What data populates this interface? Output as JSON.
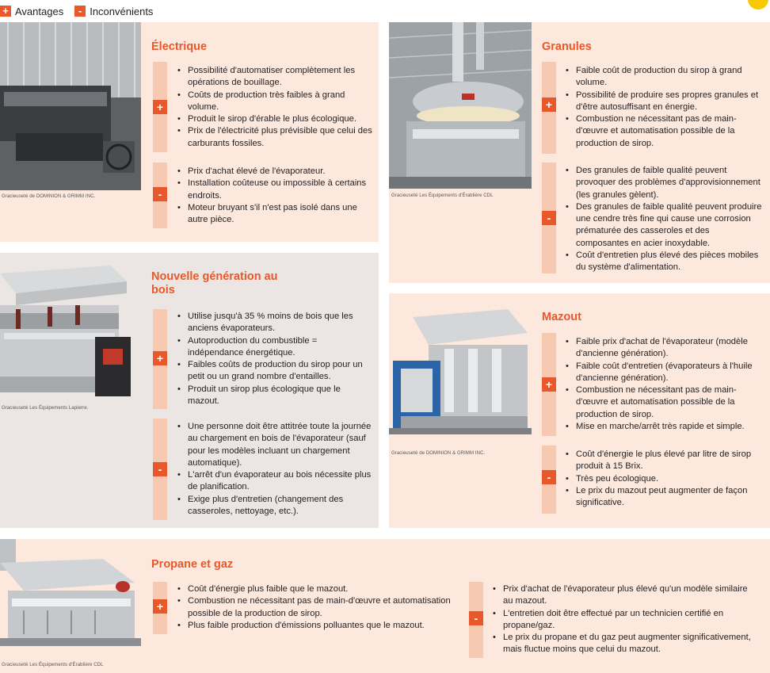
{
  "legend": {
    "advantages": "Avantages",
    "disadvantages": "Inconvénients",
    "plus": "+",
    "minus": "-"
  },
  "electrique": {
    "title": "Électrique",
    "credit": "Gracieuseté de DOMINION & GRIMM INC.",
    "pros": [
      "Possibilité d'automatiser complètement les opérations de bouillage.",
      "Coûts de production très faibles à grand volume.",
      "Produit le sirop d'érable le plus écologique.",
      "Prix de l'électricité plus prévisible que celui des carburants fossiles."
    ],
    "cons": [
      "Prix d'achat élevé de l'évaporateur.",
      "Installation coûteuse ou impossible à certains endroits.",
      "Moteur bruyant s'il n'est pas isolé dans une autre pièce."
    ]
  },
  "granules": {
    "title": "Granules",
    "credit": "Gracieuseté Les Équipements d'Érablière CDL",
    "pros": [
      "Faible coût de production du sirop à grand volume.",
      "Possibilité de produire ses propres granules et d'être autosuffisant en énergie.",
      "Combustion ne nécessitant pas de main-d'œuvre et automatisation possible de la production de sirop."
    ],
    "cons": [
      "Des granules de faible qualité peuvent provoquer des problèmes d'approvisionnement (les granules gèlent).",
      "Des granules de faible qualité peuvent produire une cendre très fine qui cause une corrosion prématurée des casseroles et des composantes en acier inoxydable.",
      "Coût d'entretien plus élevé des pièces mobiles du système d'alimentation."
    ]
  },
  "bois": {
    "title": "Nouvelle génération au bois",
    "credit": "Gracieuseté Les Équipements Lapierre.",
    "pros": [
      "Utilise jusqu'à 35 % moins de bois que les anciens évaporateurs.",
      "Autoproduction du combustible = indépendance énergétique.",
      "Faibles coûts de production du sirop pour un petit ou un grand nombre d'entailles.",
      "Produit un sirop plus écologique que le mazout."
    ],
    "cons": [
      "Une personne doit être attitrée toute la journée au chargement en bois de l'évaporateur (sauf pour les modèles incluant un chargement automatique).",
      "L'arrêt d'un évaporateur au bois nécessite plus de planification.",
      "Exige plus d'entretien (changement des casseroles, nettoyage, etc.)."
    ]
  },
  "mazout": {
    "title": "Mazout",
    "credit": "Gracieuseté de DOMINION & GRIMM INC.",
    "pros": [
      "Faible prix d'achat de l'évaporateur (modèle d'ancienne génération).",
      "Faible coût d'entretien (évaporateurs à l'huile d'ancienne génération).",
      "Combustion ne nécessitant pas de main-d'œuvre et automatisation possible de la production de sirop.",
      "Mise en marche/arrêt très rapide et simple."
    ],
    "cons": [
      "Coût d'énergie le plus élevé par litre de sirop produit à 15 Brix.",
      "Très peu écologique.",
      "Le prix du mazout peut augmenter de façon significative."
    ]
  },
  "propane": {
    "title": "Propane et gaz",
    "credit": "Gracieuseté Les Équipements d'Érablière CDL",
    "pros": [
      "Coût d'énergie plus faible que le mazout.",
      "Combustion ne nécessitant pas de main-d'œuvre et automatisation possible de la production de sirop.",
      "Plus faible production d'émissions polluantes que le mazout."
    ],
    "cons": [
      "Prix d'achat de l'évaporateur plus élevé qu'un modèle similaire au mazout.",
      "L'entretien doit être effectué par un technicien certifié en propane/gaz.",
      "Le prix du propane et du gaz peut augmenter significativement, mais fluctue moins que celui du mazout."
    ]
  }
}
